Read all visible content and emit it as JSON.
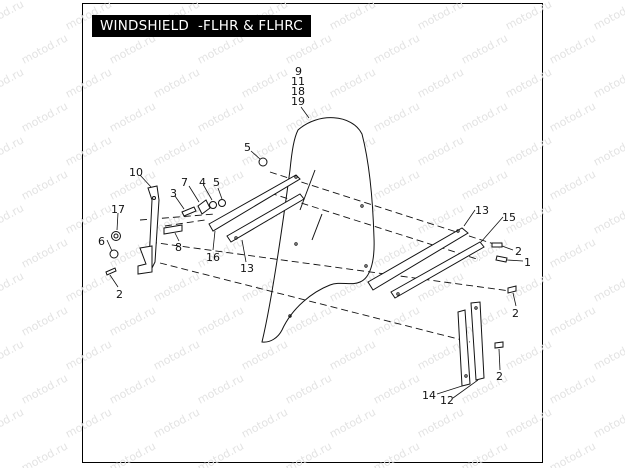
{
  "title": "WINDSHIELD  -FLHR & FLHRC",
  "watermark": "motod.ru",
  "callouts": [
    {
      "id": "c9",
      "text": "9"
    },
    {
      "id": "c11",
      "text": "11"
    },
    {
      "id": "c18",
      "text": "18"
    },
    {
      "id": "c19",
      "text": "19"
    },
    {
      "id": "c5a",
      "text": "5"
    },
    {
      "id": "c10",
      "text": "10"
    },
    {
      "id": "c3",
      "text": "3"
    },
    {
      "id": "c7",
      "text": "7"
    },
    {
      "id": "c4",
      "text": "4"
    },
    {
      "id": "c5b",
      "text": "5"
    },
    {
      "id": "c17",
      "text": "17"
    },
    {
      "id": "c6",
      "text": "6"
    },
    {
      "id": "c8",
      "text": "8"
    },
    {
      "id": "c16",
      "text": "16"
    },
    {
      "id": "c13a",
      "text": "13"
    },
    {
      "id": "c2a",
      "text": "2"
    },
    {
      "id": "c13b",
      "text": "13"
    },
    {
      "id": "c15",
      "text": "15"
    },
    {
      "id": "c2b",
      "text": "2"
    },
    {
      "id": "c1",
      "text": "1"
    },
    {
      "id": "c2c",
      "text": "2"
    },
    {
      "id": "c2d",
      "text": "2"
    },
    {
      "id": "c14",
      "text": "14"
    },
    {
      "id": "c12",
      "text": "12"
    }
  ]
}
